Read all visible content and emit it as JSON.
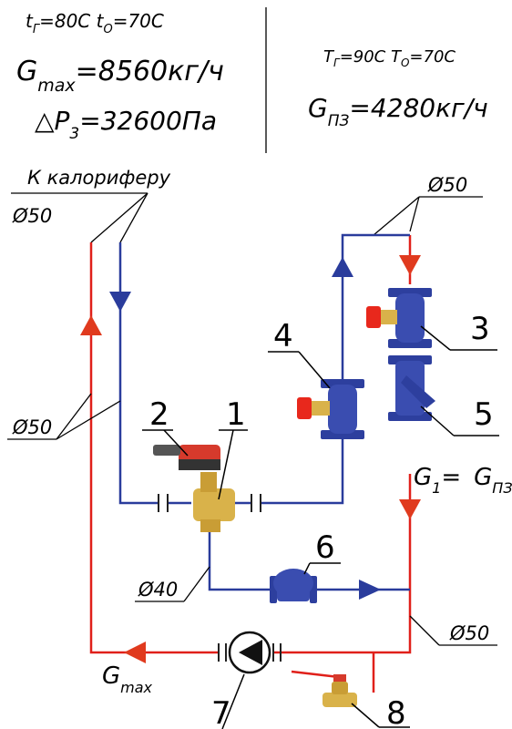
{
  "header": {
    "left": {
      "temps": {
        "t": "t",
        "sub_g": "Г",
        "eq1": "=80C ",
        "t2": "t",
        "sub_o": "O",
        "eq2": "=70C"
      },
      "gmax": {
        "g": "G",
        "sub": "max",
        "val": "=8560кг/ч"
      },
      "dp": {
        "sym": "△P",
        "sub": "3",
        "val": "=32600Па"
      }
    },
    "right": {
      "temps": {
        "t": "T",
        "sub_g": "Г",
        "eq1": "=90C ",
        "t2": "T",
        "sub_o": "O",
        "eq2": "=70C"
      },
      "gpz": {
        "g": "G",
        "sub": "ПЗ",
        "val": "=4280кг/ч"
      }
    }
  },
  "labels": {
    "to_heater": "К калориферу",
    "d50_top_left": "Ø50",
    "d50_top_right": "Ø50",
    "d50_left": "Ø50",
    "d40": "Ø40",
    "d50_bottom": "Ø50",
    "g1": {
      "g": "G",
      "sub": "1",
      "eq": "=",
      "g2": "G",
      "sub2": "ПЗ"
    },
    "gmax_bottom": {
      "g": "G",
      "sub": "max"
    }
  },
  "numbers": {
    "n1": "1",
    "n2": "2",
    "n3": "3",
    "n4": "4",
    "n5": "5",
    "n6": "6",
    "n7": "7",
    "n8": "8"
  },
  "colors": {
    "supply": "#e0201a",
    "return": "#2a3c9c",
    "arrow_red": "#e03a1e",
    "arrow_blue": "#2a3c9c",
    "valve_body": "#2d3f9e",
    "handle": "#e8281c",
    "brass": "#d9b24a",
    "actuator": "#d63a2c"
  }
}
